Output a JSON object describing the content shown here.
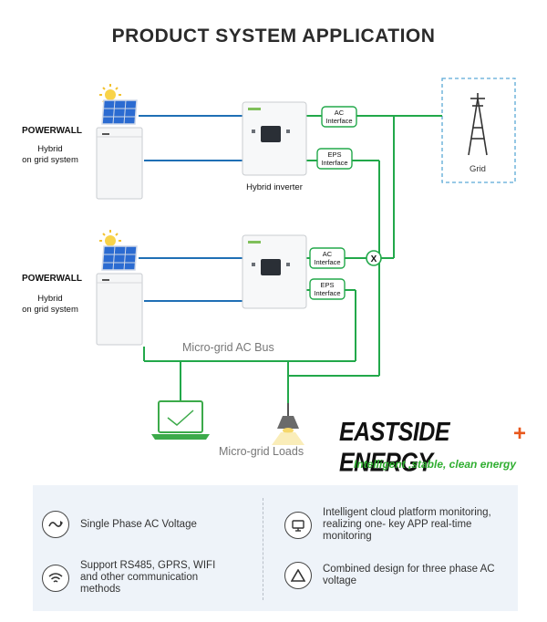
{
  "title": "PRODUCT SYSTEM APPLICATION",
  "systems": [
    {
      "name": "POWERWALL",
      "desc": "Hybrid on grid system",
      "desc_line1": "Hybrid",
      "desc_line2": "on grid system"
    },
    {
      "name": "POWERWALL",
      "desc": "Hybrid on grid system",
      "desc_line1": "Hybrid",
      "desc_line2": "on grid system"
    }
  ],
  "inverter_label": "Hybrid inverter",
  "interfaces": {
    "ac": {
      "line1": "AC",
      "line2": "Interface"
    },
    "eps": {
      "line1": "EPS",
      "line2": "Interface"
    }
  },
  "switch_symbol": "X",
  "grid_label": "Grid",
  "bus_label": "Micro-grid AC Bus",
  "loads_label": "Micro-grid Loads",
  "brand": {
    "name": "EASTSIDE ENERGY",
    "plus": "+",
    "tagline": "Intelligent ,stable, clean energy"
  },
  "features": [
    {
      "icon": "voltage-wave-icon",
      "text": "Single Phase AC Voltage"
    },
    {
      "icon": "wifi-icon",
      "text": "Support RS485, GPRS, WIFI and other communication methods"
    },
    {
      "icon": "cloud-monitor-icon",
      "text": "Intelligent cloud platform monitoring, realizing one- key APP real-time monitoring"
    },
    {
      "icon": "triangle-icon",
      "text": "Combined design for three phase AC voltage"
    }
  ],
  "colors": {
    "dc_line": "#1f6fb5",
    "ac_line": "#22a84a",
    "grid_box": "#5aa9d6",
    "brand_plus": "#e8571c",
    "tagline": "#2fae30"
  }
}
